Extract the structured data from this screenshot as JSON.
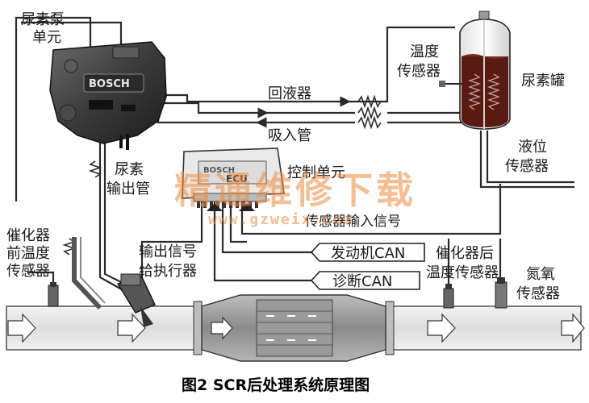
{
  "labels": {
    "urea_pump": [
      "尿素泵",
      "单元"
    ],
    "temp_sensor": [
      "温度",
      "传感器"
    ],
    "urea_tank": "尿素罐",
    "return_line": "回液器",
    "suction_line": "吸入管",
    "level_sensor": [
      "液位",
      "传感器"
    ],
    "urea_outlet": [
      "尿素",
      "输出管"
    ],
    "control_unit": "控制单元",
    "sensor_input": "传感器输入信号",
    "pre_cat_temp": [
      "催化器",
      "前温度",
      "传感器"
    ],
    "output_signal": [
      "输出信号",
      "给执行器"
    ],
    "engine_can": "发动机CAN",
    "diag_can": "诊断CAN",
    "post_cat_temp": [
      "催化器后",
      "温度传感器"
    ],
    "nox_sensor": [
      "氮氧",
      "传感器"
    ]
  },
  "brand": {
    "pump": "BOSCH",
    "ecu": "BOSCH",
    "ecu_model": "ECU"
  },
  "watermark": {
    "text": "精通维修下载",
    "url": "www.gzweix.com"
  },
  "caption": "图2 SCR后处理系统原理图",
  "colors": {
    "urea_fluid": "#5a1a12",
    "watermark": "#f08a3c",
    "exhaust_pipe": "#e6e6e6"
  }
}
